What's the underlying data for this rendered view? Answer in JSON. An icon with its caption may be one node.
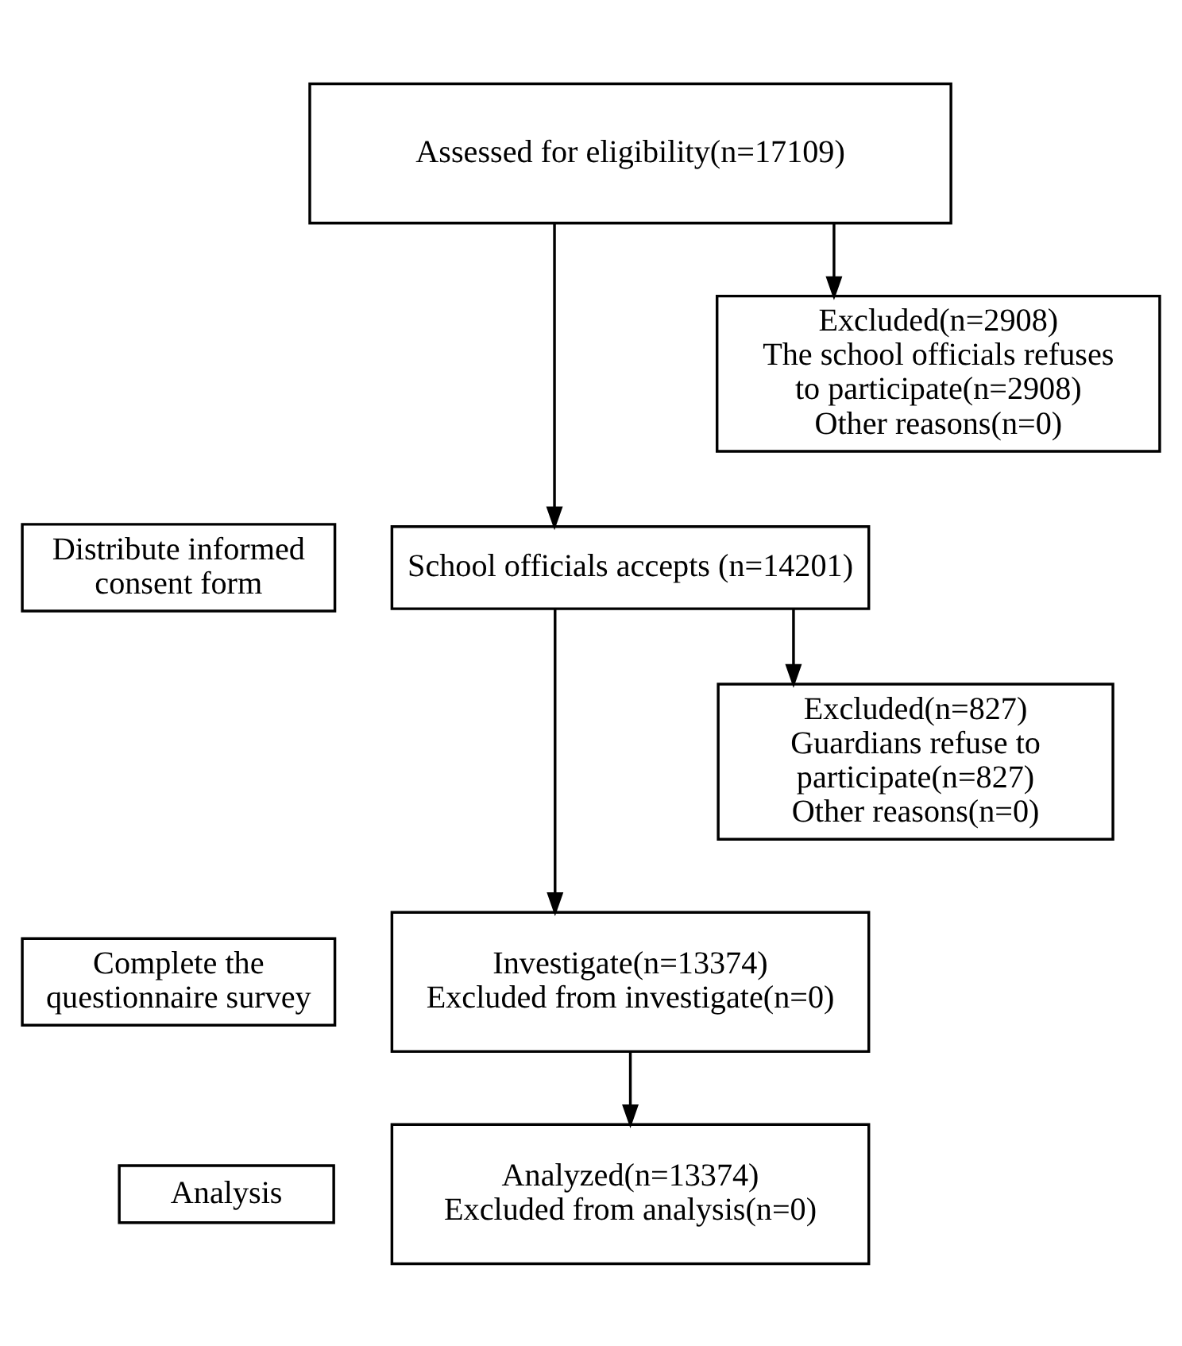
{
  "diagram": {
    "nodes": [
      {
        "text": [
          "Assessed for eligibility(n=17109)"
        ]
      },
      {
        "text": [
          "Excluded(n=2908)",
          "The school officials refuses to participate(n=2908)",
          "Other reasons(n=0)"
        ]
      },
      {
        "text": [
          "Distribute informed consent form"
        ]
      },
      {
        "text": [
          "School officials accepts (n=14201)"
        ]
      },
      {
        "text": [
          "Excluded(n=827)",
          "Guardians refuse to participate(n=827)",
          "Other reasons(n=0)"
        ]
      },
      {
        "text": [
          "Complete the questionnaire survey"
        ]
      },
      {
        "text": [
          "Investigate(n=13374)",
          "Excluded from investigate(n=0)"
        ]
      },
      {
        "text": [
          "Analysis"
        ]
      },
      {
        "text": [
          "Analyzed(n=13374)",
          "Excluded from analysis(n=0)"
        ]
      }
    ],
    "edges": [
      {
        "from": 0,
        "to": 3,
        "arrow": "to"
      },
      {
        "from": 0,
        "to": 1,
        "arrow": "to"
      },
      {
        "from": 3,
        "to": 6,
        "arrow": "to"
      },
      {
        "from": 3,
        "to": 4,
        "arrow": "to"
      },
      {
        "from": 6,
        "to": 8,
        "arrow": "to"
      }
    ]
  }
}
